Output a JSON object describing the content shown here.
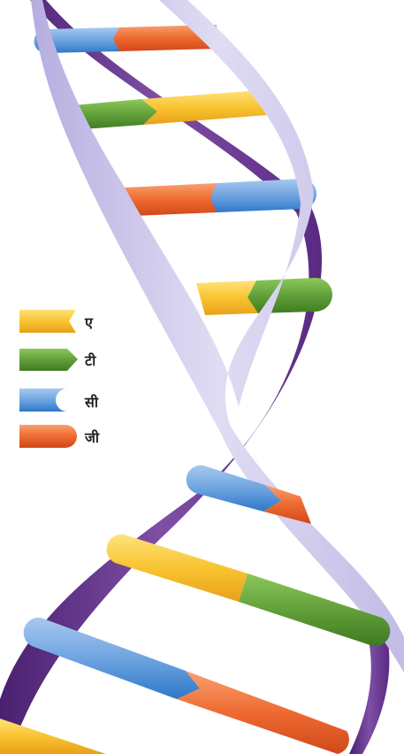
{
  "legend": [
    {
      "label": "ए",
      "color": "#f5b52a"
    },
    {
      "label": "टी",
      "color": "#6aa83c"
    },
    {
      "label": "सी",
      "color": "#4a8fd8"
    },
    {
      "label": "जी",
      "color": "#ee6630"
    }
  ]
}
